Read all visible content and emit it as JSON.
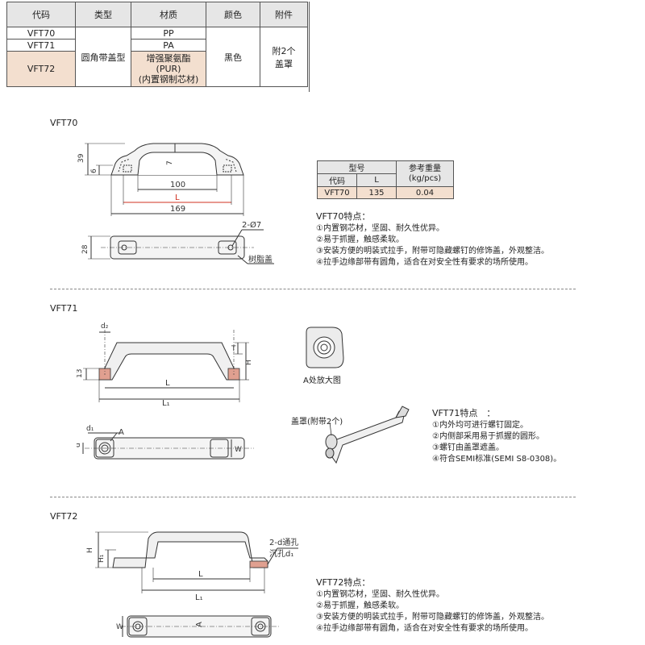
{
  "spec_table": {
    "headers": [
      "代码",
      "类型",
      "材质",
      "颜色",
      "附件"
    ],
    "codes": [
      "VFT70",
      "VFT71",
      "VFT72"
    ],
    "type": "圆角带盖型",
    "materials": [
      "PP",
      "PA",
      "增强聚氨酯",
      "(PUR)",
      "(内置钢制芯材)"
    ],
    "color": "黑色",
    "accessory": [
      "附2个",
      "盖罩"
    ]
  },
  "vft70": {
    "title": "VFT70",
    "dims": {
      "d39": "39",
      "d6": "6",
      "d7": "7",
      "d100": "100",
      "dL": "L",
      "d169": "169",
      "d28": "28",
      "hole": "2-Ø7",
      "cap": "树脂盖"
    },
    "weight_table": {
      "group_header": "型号",
      "weight_header": "参考重量",
      "weight_unit": "(kg/pcs)",
      "col_code": "代码",
      "col_L": "L",
      "row": {
        "code": "VFT70",
        "L": "135",
        "weight": "0.04"
      }
    },
    "features": {
      "heading": "VFT70特点：",
      "items": [
        "①内置钢芯材，坚固、耐久性优异。",
        "②易于抓握，触感柔软。",
        "③安装方便的明装式拉手，附带可隐藏螺钉的修饰盖，外观整洁。",
        "④拉手边缘部带有圆角，适合在对安全性有要求的场所使用。"
      ]
    }
  },
  "vft71": {
    "title": "VFT71",
    "dims": {
      "d2": "d₂",
      "T": "T",
      "H": "H",
      "d13": "13",
      "L": "L",
      "L1": "L₁",
      "d1": "d₁",
      "d": "d",
      "A": "A",
      "W": "W"
    },
    "detail_caption": "A处放大图",
    "cover_label": "盖罩(附带2个)",
    "features": {
      "heading": "VFT71特点　：",
      "items": [
        "①内外均可进行螺钉固定。",
        "②内侧部采用易于抓握的圆形。",
        "③螺钉由盖罩遮盖。",
        "④符合SEMI标准(SEMI S8-0308)。"
      ]
    }
  },
  "vft72": {
    "title": "VFT72",
    "dims": {
      "H": "H",
      "H1": "H₁",
      "L": "L",
      "L1": "L₁",
      "hole": "2-d通孔",
      "counterbore": "沉孔d₁",
      "W": "W",
      "A": "A"
    },
    "features": {
      "heading": "VFT72特点：",
      "items": [
        "①内置钢芯材，坚固、耐久性优异。",
        "②易于抓握，触感柔软。",
        "③安装方便的明装式拉手，附带可隐藏螺钉的修饰盖，外观整洁。",
        "④拉手边缘部带有圆角，适合在对安全性有要求的场所使用。"
      ]
    }
  },
  "colors": {
    "highlight": "#f3dfcf",
    "header_bg": "#e6e6e6",
    "dim_red": "#d03020",
    "line": "#333333"
  }
}
